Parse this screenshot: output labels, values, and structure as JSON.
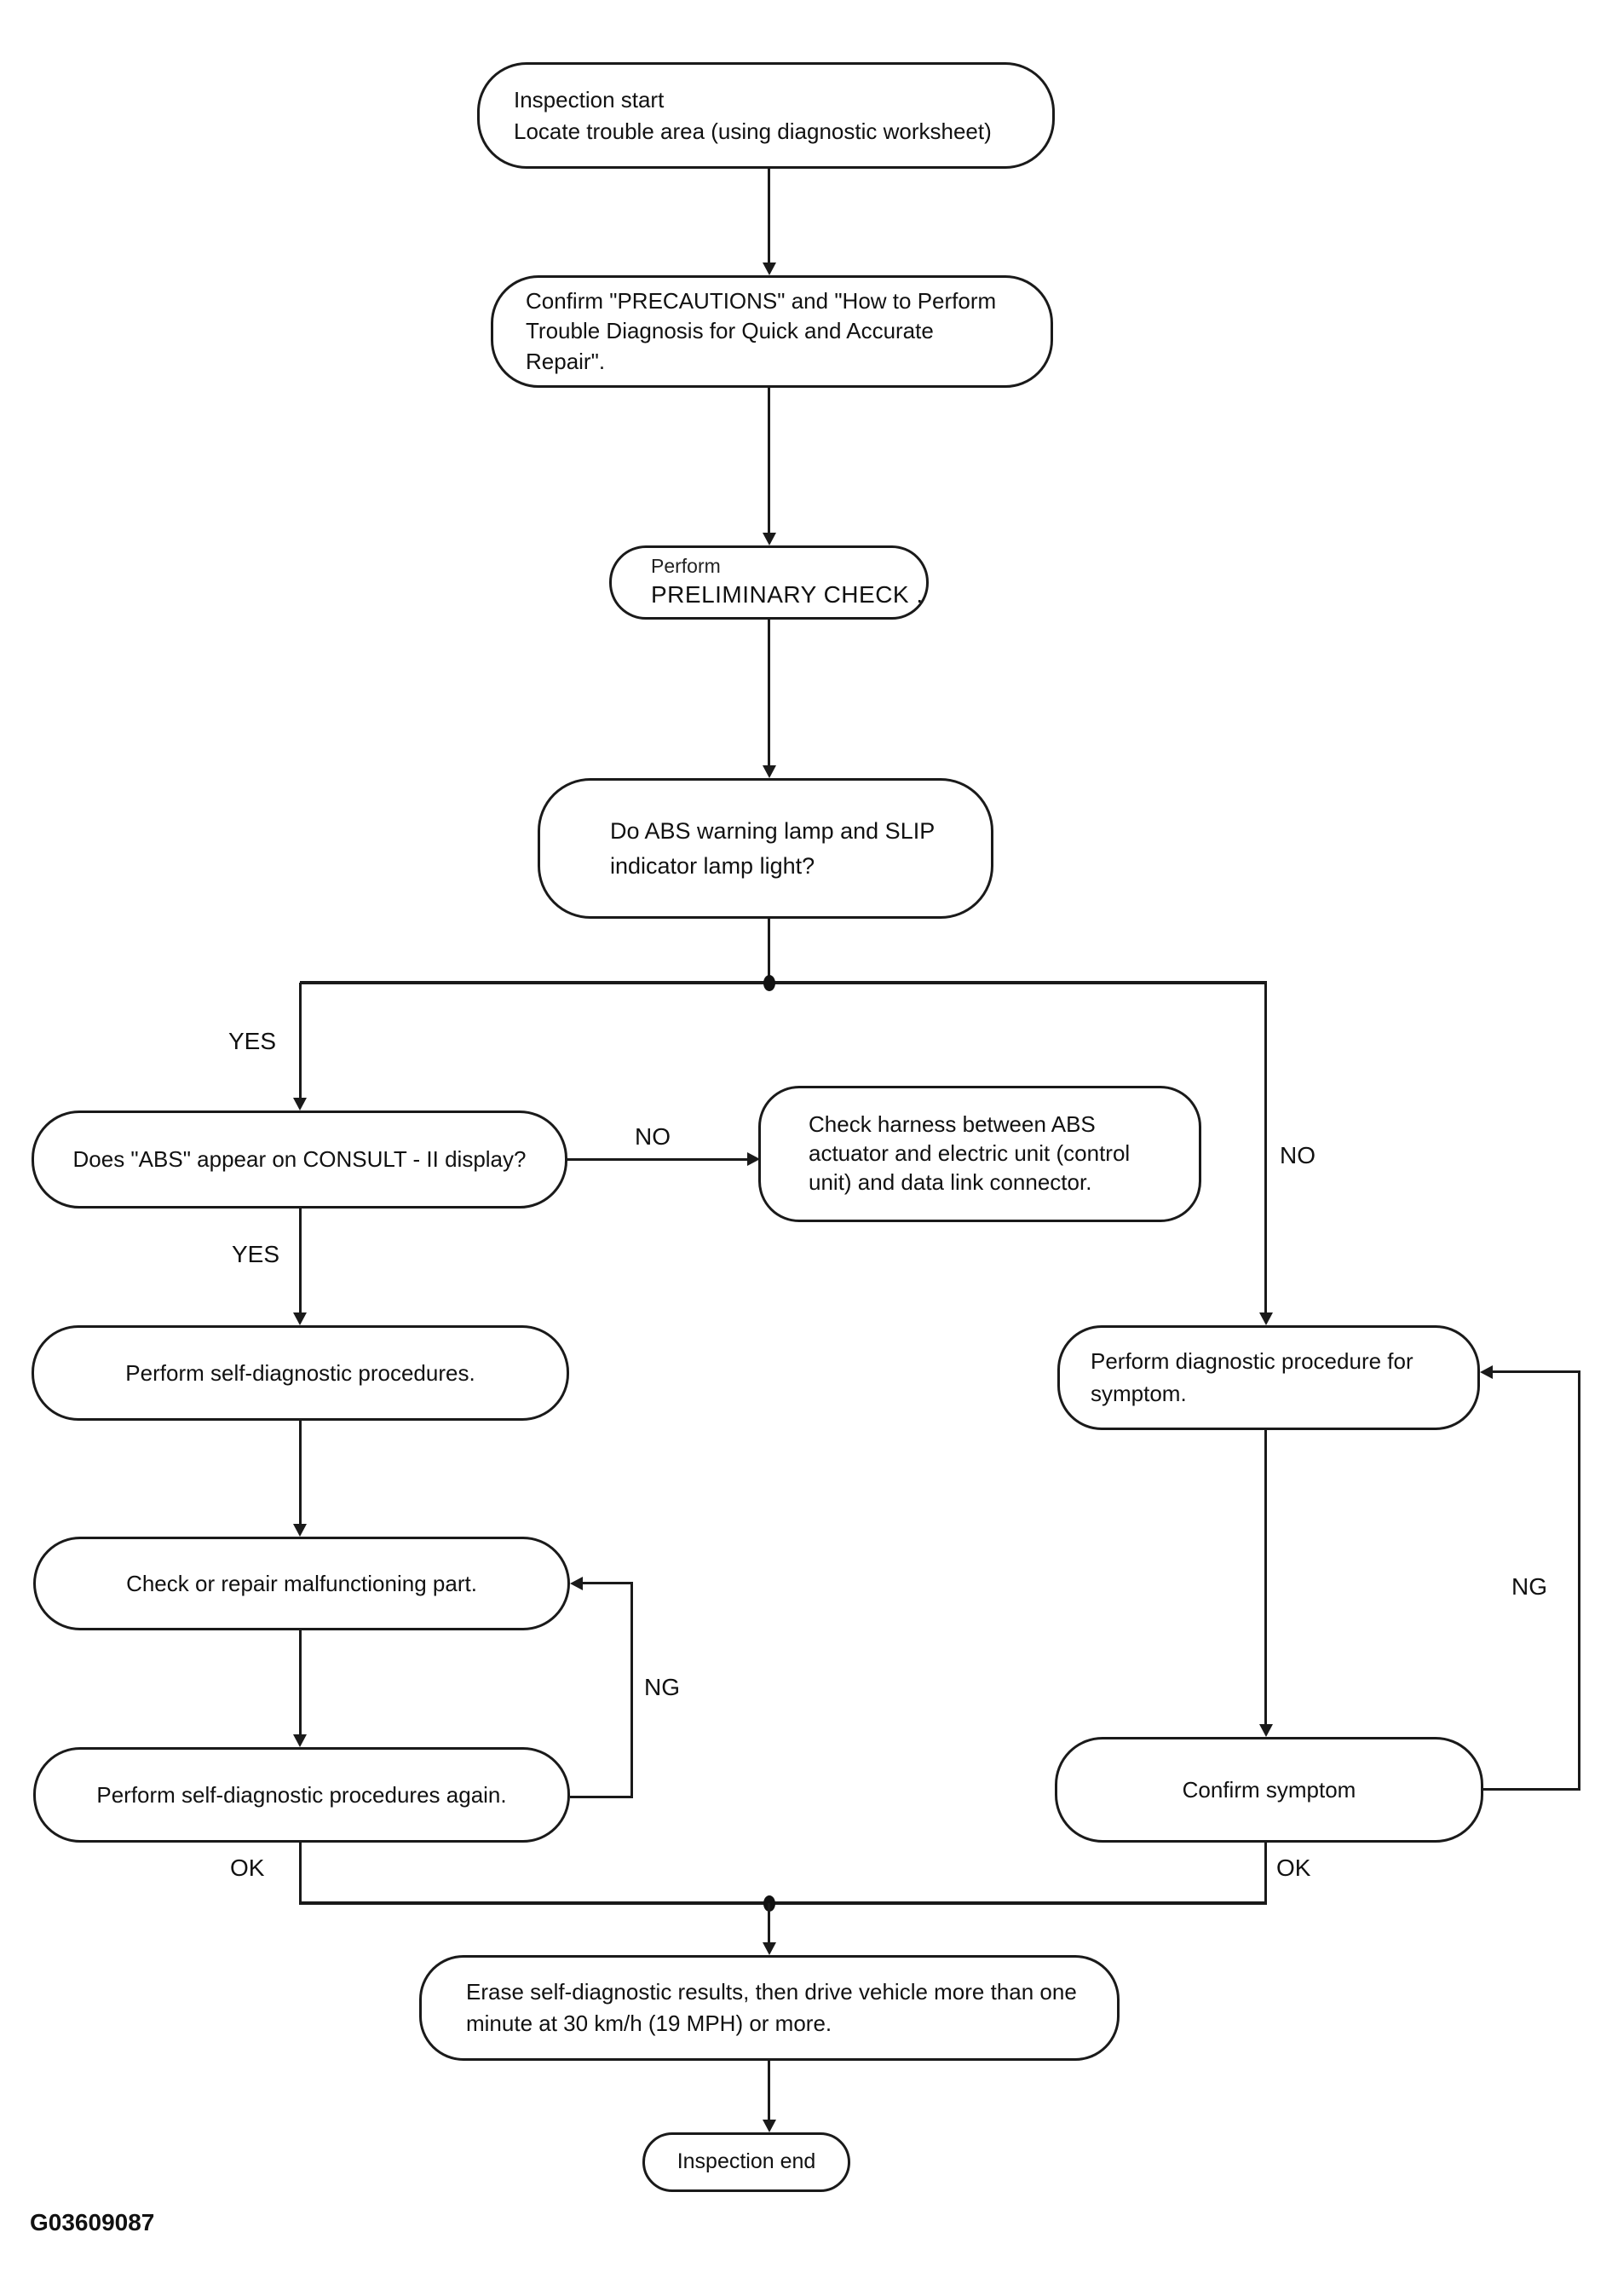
{
  "figure_code": "G03609087",
  "colors": {
    "line": "#1a1a1a",
    "text": "#111111",
    "background": "#ffffff"
  },
  "nodes": {
    "start": {
      "lines": [
        "Inspection start",
        "Locate trouble area (using diagnostic worksheet)"
      ]
    },
    "confirm_precautions": {
      "lines": [
        "Confirm \"PRECAUTIONS\" and \"How to Perform",
        "Trouble Diagnosis for Quick and Accurate",
        "Repair\"."
      ]
    },
    "preliminary_check": {
      "lines": [
        "Perform",
        "PRELIMINARY CHECK ."
      ]
    },
    "abs_lamp_question": {
      "lines": [
        "Do ABS warning lamp and SLIP",
        "indicator lamp light?"
      ]
    },
    "consult_question": {
      "lines": [
        "Does \"ABS\" appear on CONSULT - II display?"
      ]
    },
    "check_harness": {
      "lines": [
        "Check harness between ABS",
        "actuator and electric unit (control",
        "unit) and data link connector."
      ]
    },
    "self_diagnostic": {
      "lines": [
        "Perform self-diagnostic procedures."
      ]
    },
    "check_repair": {
      "lines": [
        "Check or repair malfunctioning part."
      ]
    },
    "self_diagnostic_again": {
      "lines": [
        "Perform self-diagnostic procedures again."
      ]
    },
    "diagnostic_symptom": {
      "lines": [
        "Perform diagnostic procedure for",
        "symptom."
      ]
    },
    "confirm_symptom": {
      "lines": [
        "Confirm symptom"
      ]
    },
    "erase_results": {
      "lines": [
        "Erase self-diagnostic results, then drive vehicle more than one",
        "minute at  30 km/h (19 MPH) or more."
      ]
    },
    "inspection_end": {
      "lines": [
        "Inspection end"
      ]
    }
  },
  "edge_labels": {
    "yes_top": "YES",
    "yes_mid": "YES",
    "no_to_harness": "NO",
    "no_right": "NO",
    "ng_left": "NG",
    "ng_right": "NG",
    "ok_left": "OK",
    "ok_right": "OK"
  }
}
